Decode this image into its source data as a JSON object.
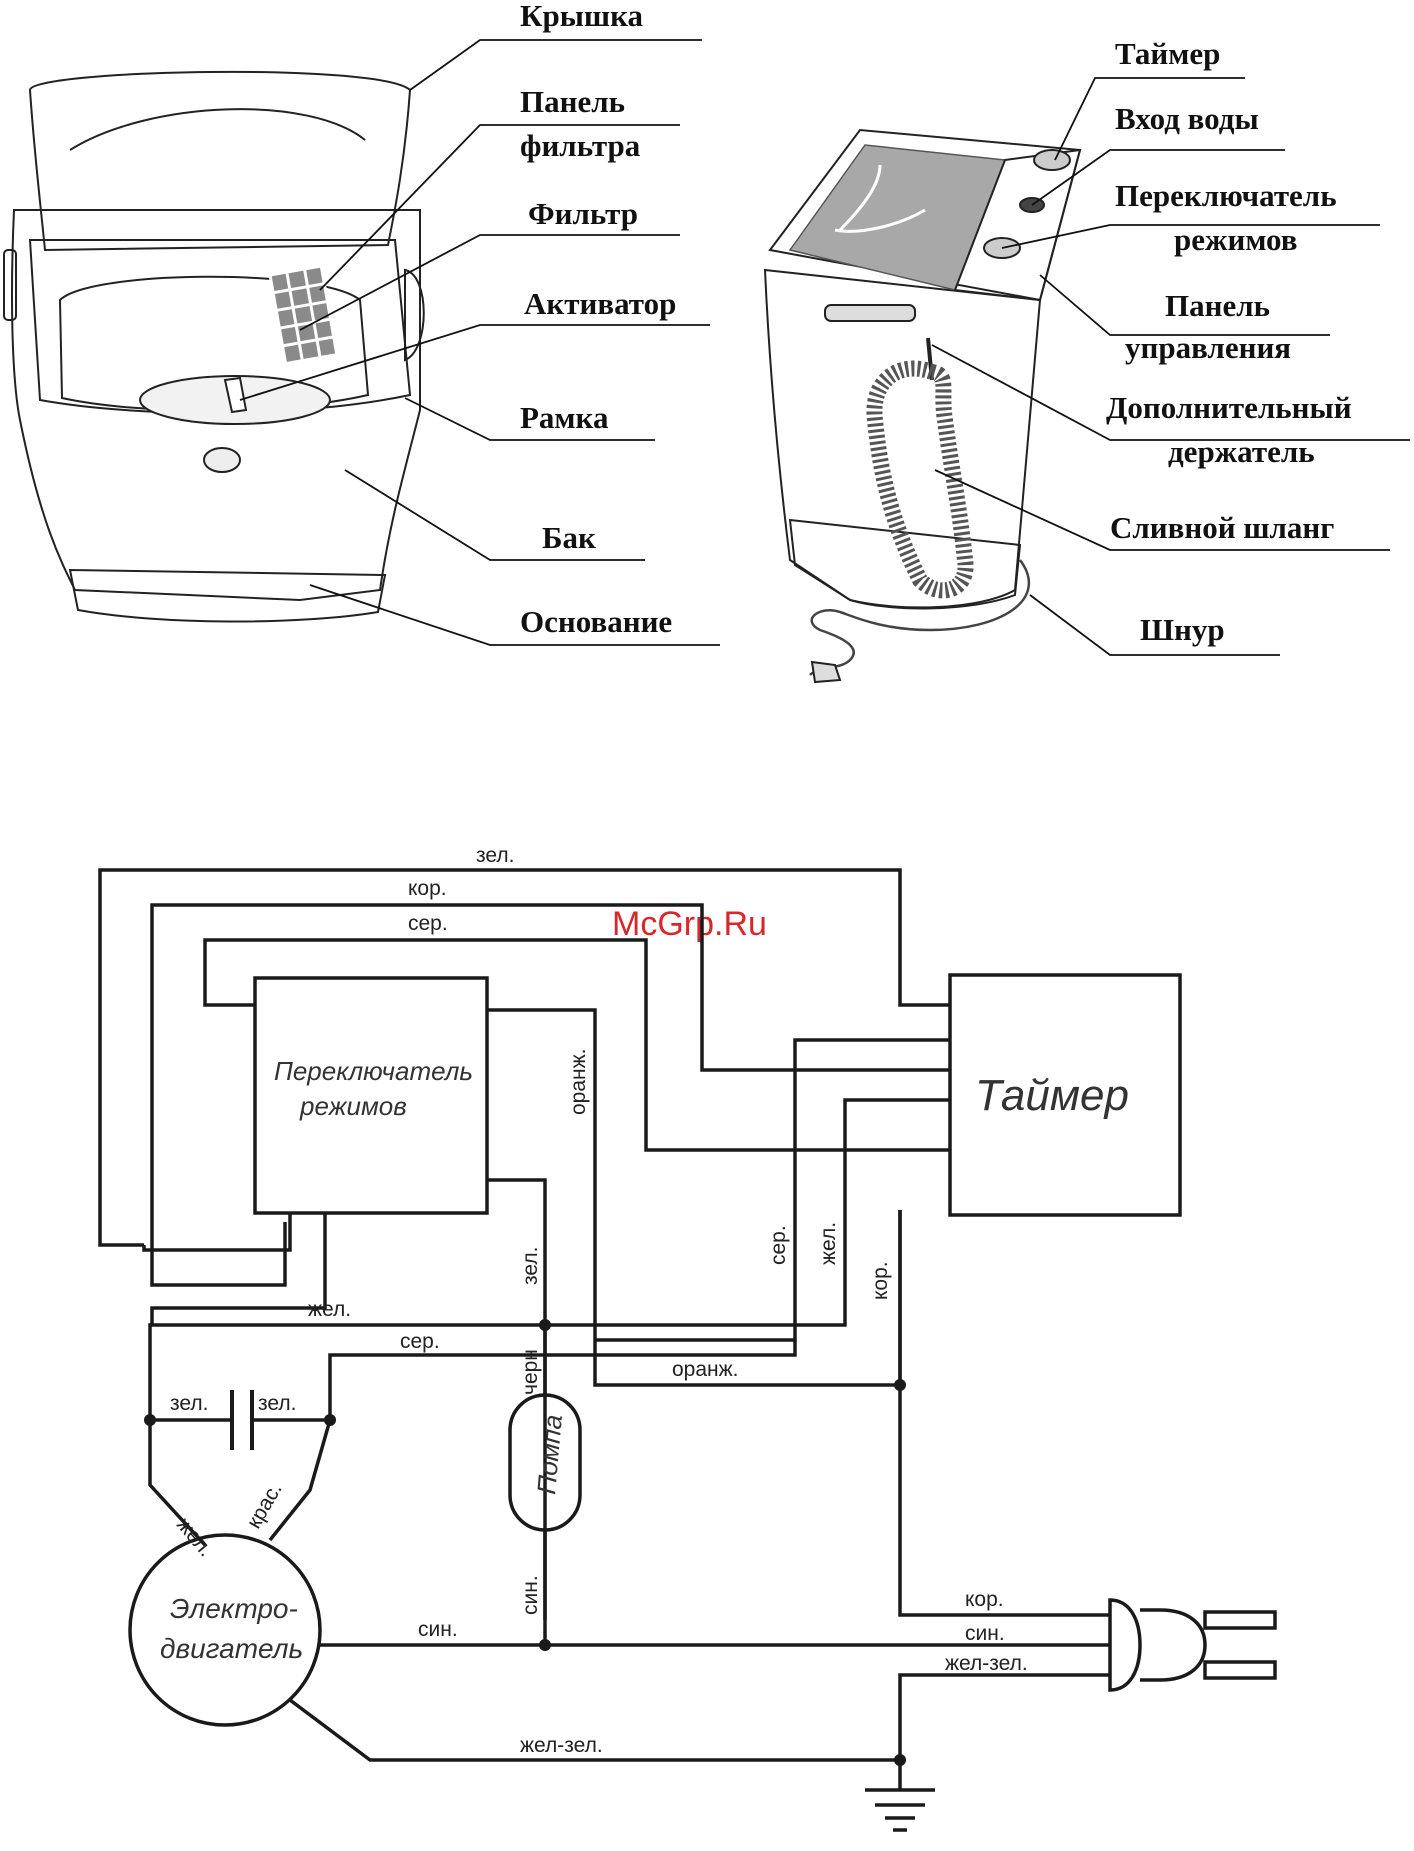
{
  "washer_labels": {
    "lid": "Крышка",
    "filter_panel": [
      "Панель",
      "фильтра"
    ],
    "filter": "Фильтр",
    "activator": "Активатор",
    "frame": "Рамка",
    "tank": "Бак",
    "base": "Основание",
    "timer": "Таймер",
    "water_inlet": "Вход воды",
    "mode_switch": [
      "Переключатель",
      "режимов"
    ],
    "control_panel": [
      "Панель",
      "управления"
    ],
    "extra_holder": [
      "Дополнительный",
      "держатель"
    ],
    "drain_hose": "Сливной шланг",
    "cord": "Шнур"
  },
  "watermark": "McGrp.Ru",
  "schematic": {
    "blocks": {
      "mode_switch": [
        "Переключатель",
        "режимов"
      ],
      "timer": "Таймер",
      "pump": "Помпа",
      "motor": [
        "Электро-",
        "двигатель"
      ]
    },
    "wires": {
      "green_top": "зел.",
      "brown_top": "кор.",
      "grey_top": "сер.",
      "orange_vertical": "оранж.",
      "green_vertical": "зел.",
      "grey_vertical": "сер.",
      "yellow_vertical": "жел.",
      "brown_vertical": "кор.",
      "yellow_horizontal": "жел.",
      "grey_horizontal": "сер.",
      "orange_horizontal": "оранж.",
      "cap_left": "зел.",
      "cap_right": "зел.",
      "motor_yellow": "жел.",
      "motor_red": "крас.",
      "pump_black": "черн",
      "pump_blue": "син.",
      "motor_blue": "син.",
      "plug_brown": "кор.",
      "plug_blue": "син.",
      "plug_ground": "жел-зел.",
      "ground": "жел-зел."
    }
  }
}
